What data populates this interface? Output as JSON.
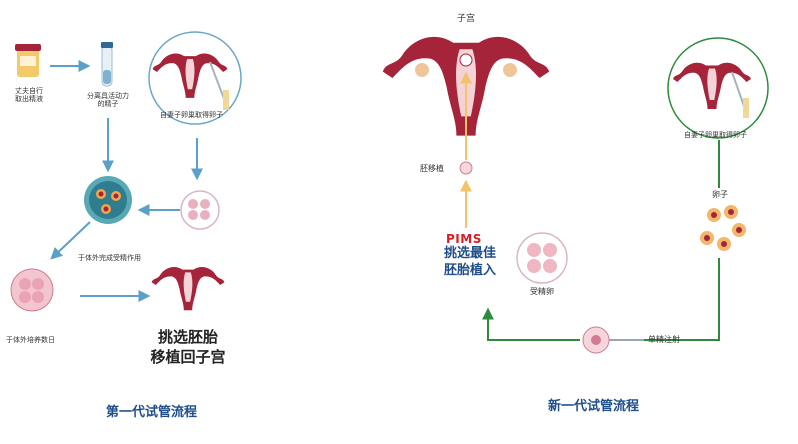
{
  "left": {
    "husband_label": "丈夫自行\n取出精液",
    "sperm_label": "分离具活动力\n的精子",
    "wife_egg_label": "自妻子卵巢取得卵子",
    "fertilization_label": "于体外完成受精作用",
    "culture_label": "于体外培养数日",
    "select_text": "挑选胚胎\n移植回子宫",
    "title": "第一代试管流程"
  },
  "right": {
    "uterus_label": "子宫",
    "embryo_transfer_label": "胚移植",
    "pims": "PIMS",
    "select_text": "挑选最佳\n胚胎植入",
    "fertilized_egg_label": "受精卵",
    "egg_label": "卵子",
    "wife_egg_label": "自妻子卵巢取得卵子",
    "injection_label": "单精注射",
    "title": "新一代试管流程"
  },
  "colors": {
    "uterus": "#a6243a",
    "arrow_left": "#5aa0c8",
    "arrow_up": "#f2c36b",
    "arrow_green": "#2f8a3d",
    "title_blue": "#1f4e8c",
    "pims_red": "#d61f26"
  }
}
